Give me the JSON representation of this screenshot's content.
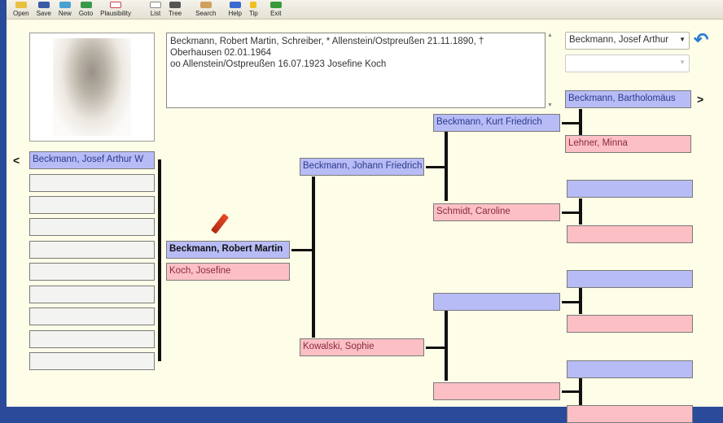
{
  "toolbar": {
    "items": [
      {
        "label": "Open",
        "icon": "folder-icon",
        "color": "#e8c040"
      },
      {
        "label": "Save",
        "icon": "save-icon",
        "color": "#3a5aa8"
      },
      {
        "label": "New",
        "icon": "new-person-icon",
        "color": "#4aa0d0"
      },
      {
        "label": "Goto",
        "icon": "goto-icon",
        "color": "#3a9a4a"
      },
      {
        "label": "Plausibility",
        "icon": "plausibility-icon",
        "color": "#d04050"
      },
      {
        "label": "List",
        "icon": "list-icon",
        "color": "#ffffff"
      },
      {
        "label": "Tree",
        "icon": "tree-icon",
        "color": "#555555"
      },
      {
        "label": "Search",
        "icon": "search-icon",
        "color": "#d0a060"
      },
      {
        "label": "Help",
        "icon": "help-icon",
        "color": "#3a6ad0"
      },
      {
        "label": "Tip",
        "icon": "lightbulb-icon",
        "color": "#f0c020"
      },
      {
        "label": "Exit",
        "icon": "exit-icon",
        "color": "#3a9a3a"
      }
    ]
  },
  "notes": {
    "line1": "Beckmann, Robert Martin, Schreiber, * Allenstein/Ostpreußen 21.11.1890, †",
    "line2": "Oberhausen 02.01.1964",
    "line3": "oo Allenstein/Ostpreußen 16.07.1923 Josefine Koch"
  },
  "selector": {
    "person_combo": "Beckmann, Josef Arthur",
    "second_combo": ""
  },
  "children": {
    "items": [
      "Beckmann, Josef Arthur W",
      "",
      "",
      "",
      "",
      "",
      "",
      "",
      "",
      ""
    ]
  },
  "proband": {
    "name": "Beckmann, Robert Martin",
    "spouse": "Koch, Josefine"
  },
  "parents": {
    "father": "Beckmann, Johann Friedrich",
    "mother": "Kowalski, Sophie"
  },
  "grandparents": {
    "ff": "Beckmann, Kurt Friedrich",
    "fm": "Schmidt, Caroline",
    "mf": "",
    "mm": ""
  },
  "great_grandparents": {
    "fff": "Beckmann, Bartholomäus",
    "ffm": "Lehner, Minna",
    "fmf": "",
    "fmm": "",
    "mff": "",
    "mfm": "",
    "mmf": "",
    "mmm": ""
  },
  "nav": {
    "left_arrow": "<",
    "right_arrow": ">"
  },
  "colors": {
    "male": "#b8bcf6",
    "female": "#fcc0c4",
    "background": "#fefee8"
  }
}
